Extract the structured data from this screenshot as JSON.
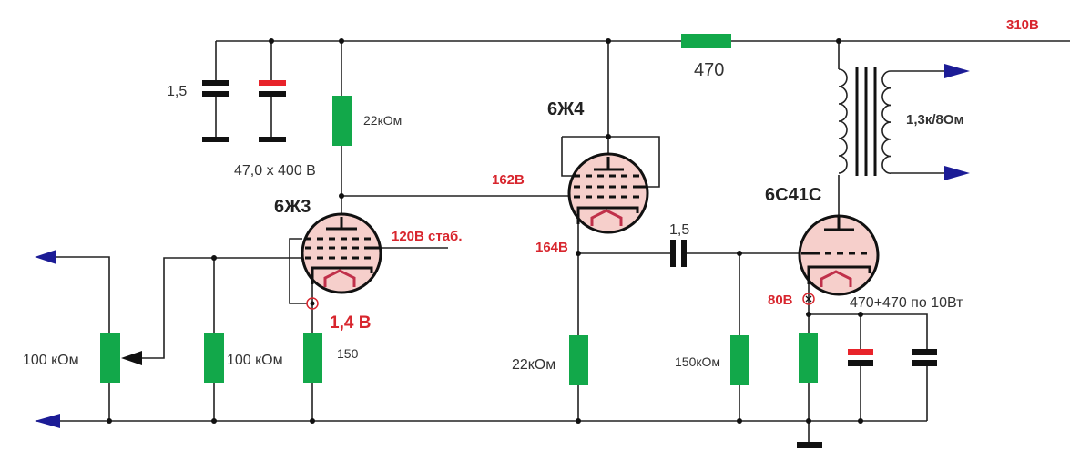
{
  "tubes": {
    "v1": "6Ж3",
    "v2": "6Ж4",
    "v3": "6С41С"
  },
  "voltages": {
    "supply": "310В",
    "v2_anode": "162В",
    "v1_screen": "120В стаб.",
    "v2_cathode": "164В",
    "v1_cathode": "1,4 В",
    "v3_cathode": "80В"
  },
  "components": {
    "r_supply": "470",
    "c_filter1": "1,5",
    "c_filter2": "47,0 x 400 В",
    "r_anode_v1": "22кОм",
    "transformer": "1,3к/8Ом",
    "pot": "100 кОм",
    "r_grid_v1": "100 кОм",
    "r_cathode_v1": "150",
    "r_cathode_v2": "22кОм",
    "c_coupling": "1,5",
    "r_grid_v3": "150кОм",
    "r_cathode_v3": "470+470 по 10Вт"
  },
  "colors": {
    "resistor": "#12a84a",
    "voltage_label": "#d8262e",
    "io_arrow": "#1c1c96"
  }
}
